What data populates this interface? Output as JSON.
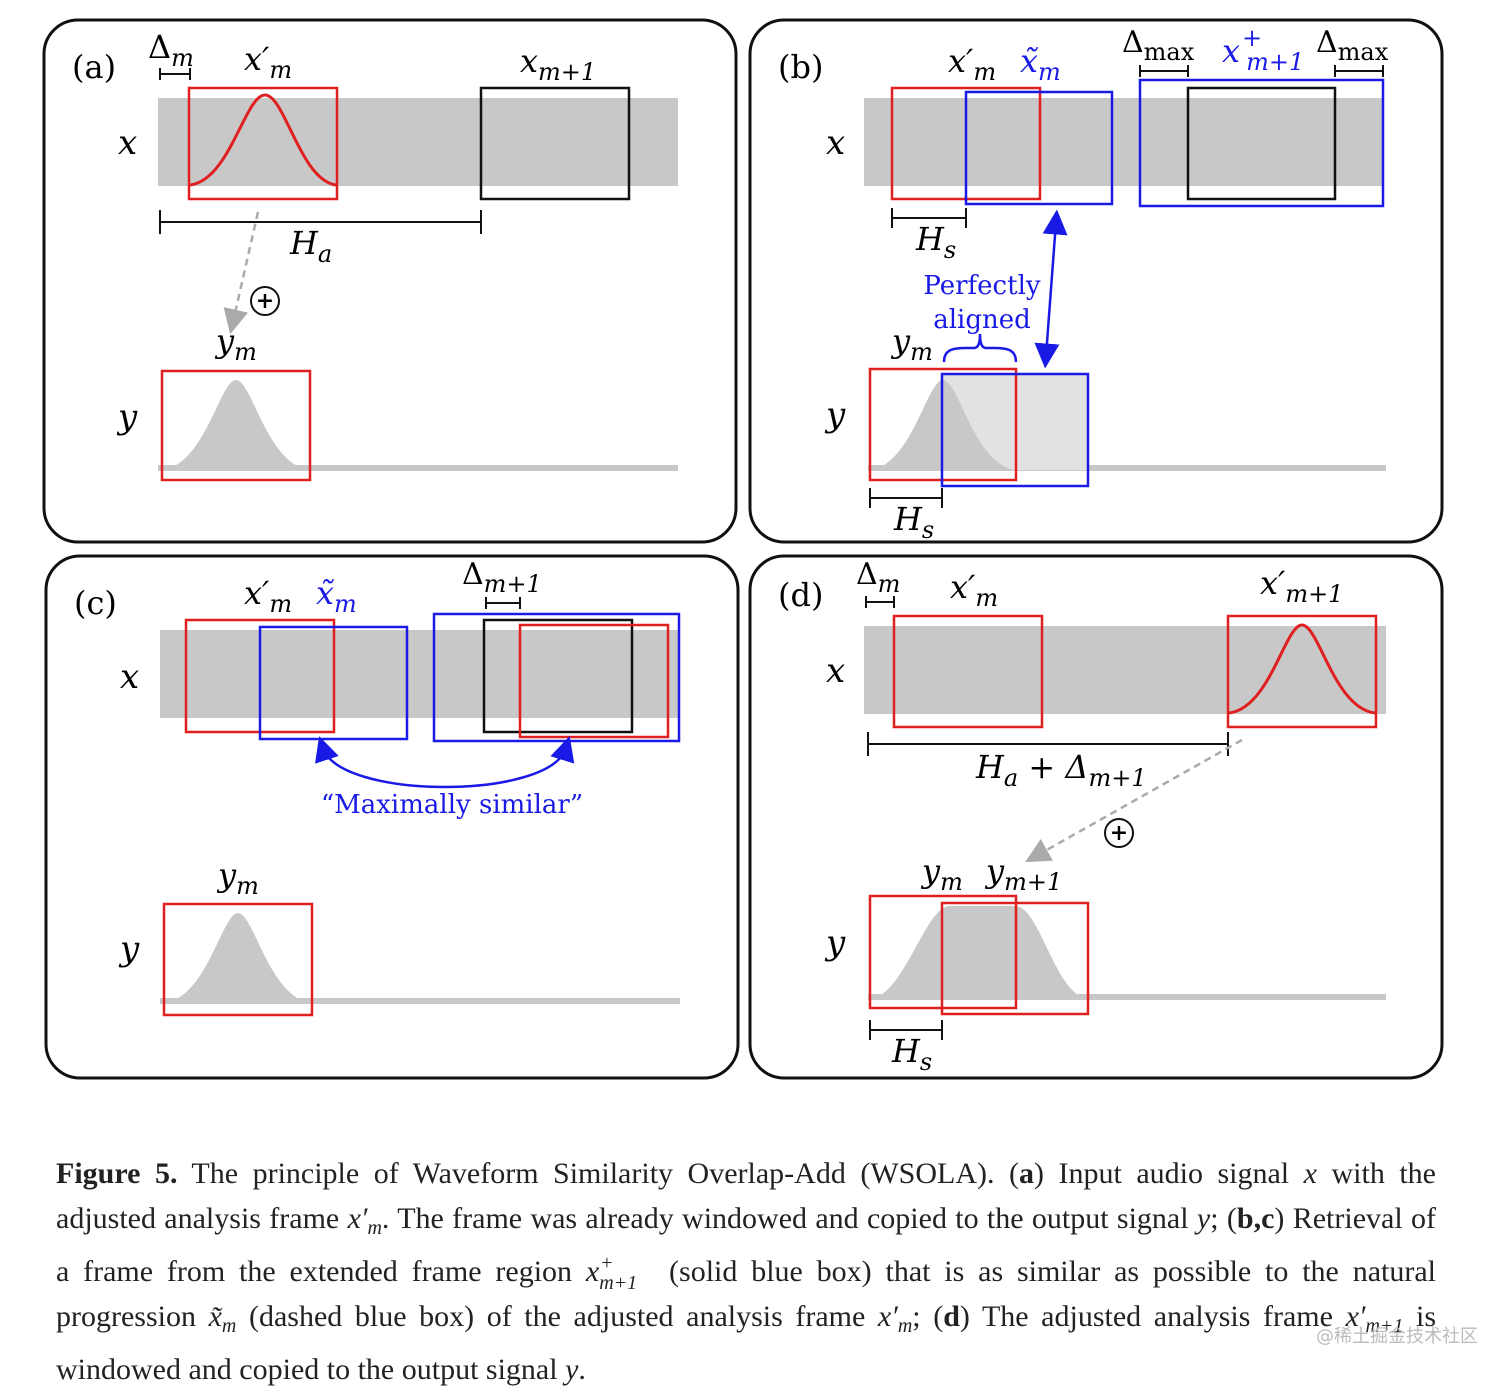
{
  "panels": {
    "a": {
      "tag": "(a)",
      "x_label": "x",
      "y_label": "y",
      "delta_label": "Δ",
      "delta_sub": "m",
      "frame_prime": "x′",
      "frame_prime_sub": "m",
      "next_frame": "x",
      "next_frame_sub": "m+1",
      "ha_label": "H",
      "ha_sub": "a",
      "plus": "+",
      "ym": "y",
      "ym_sub": "m"
    },
    "b": {
      "tag": "(b)",
      "x_label": "x",
      "y_label": "y",
      "frame_prime": "x′",
      "frame_prime_sub": "m",
      "frame_tilde": "x̃",
      "frame_tilde_sub": "m",
      "delta_max_left": "Δ",
      "delta_max_left_sub": "max",
      "extended": "x",
      "extended_sup": "+",
      "extended_sub": "m+1",
      "delta_max_right": "Δ",
      "delta_max_right_sub": "max",
      "hs_top": "H",
      "hs_top_sub": "s",
      "aligned_1": "Perfectly",
      "aligned_2": "aligned",
      "ym": "y",
      "ym_sub": "m",
      "hs_bottom": "H",
      "hs_bottom_sub": "s"
    },
    "c": {
      "tag": "(c)",
      "x_label": "x",
      "y_label": "y",
      "frame_prime": "x′",
      "frame_prime_sub": "m",
      "frame_tilde": "x̃",
      "frame_tilde_sub": "m",
      "delta": "Δ",
      "delta_sub": "m+1",
      "similar": "“Maximally similar”",
      "ym": "y",
      "ym_sub": "m"
    },
    "d": {
      "tag": "(d)",
      "x_label": "x",
      "y_label": "y",
      "delta": "Δ",
      "delta_sub": "m",
      "frame_prime": "x′",
      "frame_prime_sub": "m",
      "next_prime": "x′",
      "next_prime_sub": "m+1",
      "shift_label": "H",
      "shift_sub": "a",
      "shift_plus": " + Δ",
      "shift_delta_sub": "m+1",
      "plus": "+",
      "ym": "y",
      "ym_sub": "m",
      "ym1": "y",
      "ym1_sub": "m+1",
      "hs": "H",
      "hs_sub": "s"
    }
  },
  "caption": {
    "fig_label": "Figure 5.",
    "t1": " The principle of Waveform Similarity Overlap-Add (WSOLA). (",
    "a": "a",
    "t2": ") Input audio signal ",
    "x": "x",
    "t3": " with the adjusted analysis frame ",
    "xm": "x′",
    "xm_sub": "m",
    "t4": ". The frame was already windowed and copied to the output signal ",
    "y": "y",
    "t5": "; (",
    "bc": "b,c",
    "t6": ") Retrieval of a frame from the extended frame region ",
    "xp": "x",
    "xp_sup": "+",
    "xp_sub": "m+1",
    "t7": " (solid blue box) that is as similar as possible to the natural progression ",
    "xt": "x̃",
    "xt_sub": "m",
    "t8": " (dashed blue box) of the adjusted analysis frame ",
    "xm2": "x′",
    "xm2_sub": "m",
    "t9": "; (",
    "d": "d",
    "t10": ") The adjusted analysis frame ",
    "xn": "x′",
    "xn_sub": "m+1",
    "t11": " is windowed and copied to the output signal ",
    "y2": "y",
    "t12": "."
  },
  "watermark": "@稀土掘金技术社区",
  "colors": {
    "red": "#e02020",
    "blue": "#1a1ae6",
    "gray": "#c8c8c8",
    "black": "#111111"
  }
}
